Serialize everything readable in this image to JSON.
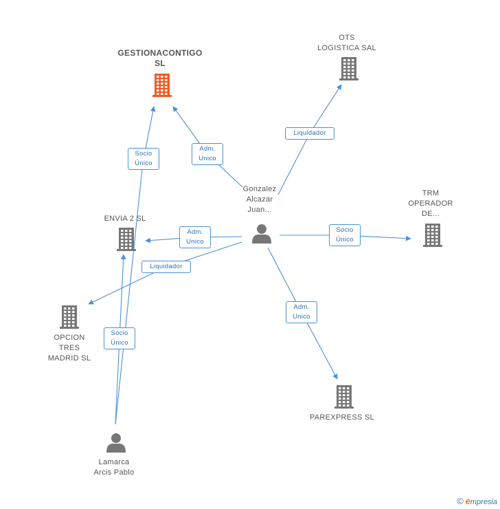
{
  "colors": {
    "main": "#f05a28",
    "node": "#777777",
    "edge": "#4a90d9"
  },
  "nodes": [
    {
      "id": "gestionacontigo",
      "label_lines": [
        "GESTIONACONTIGO",
        "SL"
      ],
      "type": "company",
      "main": true
    },
    {
      "id": "ots",
      "label_lines": [
        "OTS",
        "LOGISTICA SAL"
      ],
      "type": "company"
    },
    {
      "id": "gonzalez",
      "label_lines": [
        "Gonzalez",
        "Alcazar",
        "Juan..."
      ],
      "type": "person"
    },
    {
      "id": "trm",
      "label_lines": [
        "TRM",
        "OPERADOR",
        "DE..."
      ],
      "type": "company"
    },
    {
      "id": "envia2",
      "label_lines": [
        "ENVIA 2  SL"
      ],
      "type": "company"
    },
    {
      "id": "opcion",
      "label_lines": [
        "OPCION",
        "TRES",
        "MADRID SL"
      ],
      "type": "company"
    },
    {
      "id": "parexpress",
      "label_lines": [
        "PAREXPRESS SL"
      ],
      "type": "company"
    },
    {
      "id": "lamarca",
      "label_lines": [
        "Lamarca",
        "Arcis Pablo"
      ],
      "type": "person"
    }
  ],
  "edges": [
    {
      "from": "envia2",
      "to": "gestionacontigo",
      "label_lines": [
        "Socio",
        "Único"
      ]
    },
    {
      "from": "gonzalez",
      "to": "gestionacontigo",
      "label_lines": [
        "Adm.",
        "Unico"
      ]
    },
    {
      "from": "gonzalez",
      "to": "ots",
      "label_lines": [
        "Liquidador"
      ]
    },
    {
      "from": "gonzalez",
      "to": "envia2",
      "label_lines": [
        "Adm.",
        "Unico"
      ]
    },
    {
      "from": "gonzalez",
      "to": "trm",
      "label_lines": [
        "Socio",
        "Único"
      ]
    },
    {
      "from": "gonzalez",
      "to": "opcion",
      "label_lines": [
        "Liquidador"
      ]
    },
    {
      "from": "gonzalez",
      "to": "parexpress",
      "label_lines": [
        "Adm.",
        "Unico"
      ]
    },
    {
      "from": "lamarca",
      "to": "envia2",
      "label_lines": [
        "Socio",
        "Único"
      ]
    }
  ],
  "footer": {
    "copyright": "©",
    "brand_initial": "e",
    "brand_rest": "mpresia"
  }
}
